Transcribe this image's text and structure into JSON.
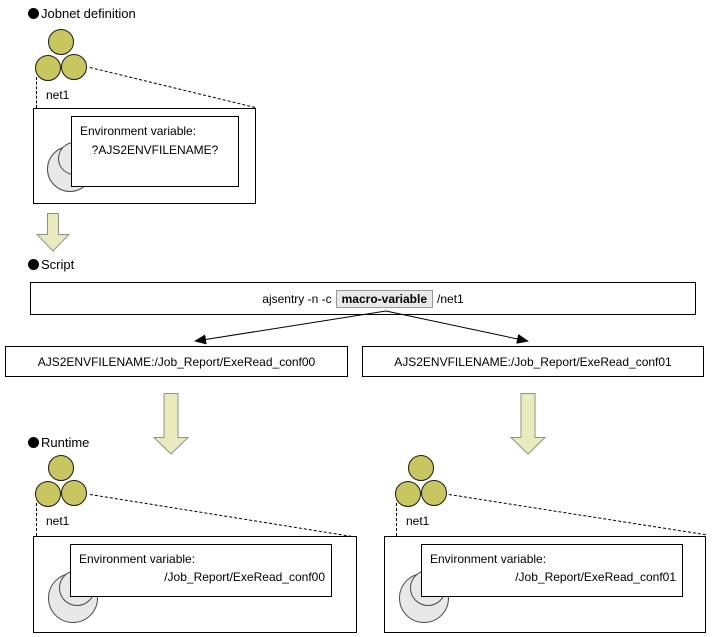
{
  "colors": {
    "jobnet_icon": "#c8c65e",
    "block_arrow_fill": "#e9ebbd",
    "block_arrow_border": "#909090",
    "job_icon_fill": "#e8e8e8",
    "macro_chip_bg": "#e9e9e9",
    "line": "#000000",
    "background": "#ffffff"
  },
  "icons": {
    "bullet": "filled-circle",
    "jobnet": "three-circle-cluster",
    "job": "gray-disc",
    "down_arrow": "block-arrow-down",
    "fork_arrow": "thin-line-arrowhead"
  },
  "sections": {
    "jobnet_definition": {
      "label": "Jobnet definition",
      "net_label": "net1",
      "box": {
        "line1": "Environment variable:",
        "line2": "?AJS2ENVFILENAME?"
      }
    },
    "script": {
      "label": "Script",
      "command_prefix": "ajsentry -n -c",
      "macro": "macro-variable",
      "command_suffix": "/net1"
    },
    "expansion": {
      "left_value": "AJS2ENVFILENAME:/Job_Report/ExeRead_conf00",
      "right_value": "AJS2ENVFILENAME:/Job_Report/ExeRead_conf01"
    },
    "runtime": {
      "label": "Runtime",
      "left": {
        "net_label": "net1",
        "line1": "Environment variable:",
        "line2": "/Job_Report/ExeRead_conf00"
      },
      "right": {
        "net_label": "net1",
        "line1": "Environment variable:",
        "line2": "/Job_Report/ExeRead_conf01"
      }
    }
  }
}
